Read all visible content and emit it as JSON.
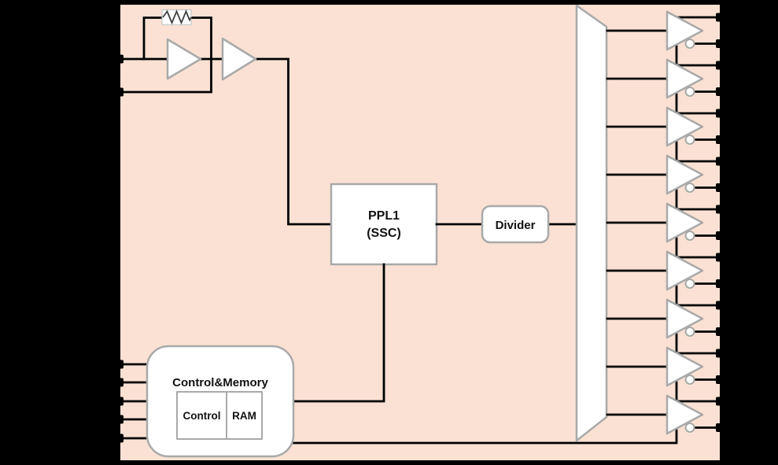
{
  "colors": {
    "background": "#000000",
    "board_fill": "#FAE1D3",
    "board_border": "#000000",
    "component_fill": "#FFFFFF",
    "component_stroke": "#A9A9A9",
    "wire": "#000000",
    "text": "#111111"
  },
  "blocks": {
    "pll": {
      "label_line1": "PPL1",
      "label_line2": "(SSC)"
    },
    "divider": {
      "label": "Divider"
    },
    "control_memory": {
      "title": "Control&Memory",
      "children": [
        {
          "label": "Control"
        },
        {
          "label": "RAM"
        }
      ]
    }
  },
  "oscillator": {
    "pin_count": 2,
    "buffer_count": 2,
    "components": [
      "resistor-icon",
      "buffer-icon",
      "buffer-icon"
    ]
  },
  "mux": {
    "shape": "trapezoid",
    "output_count": 9
  },
  "output_bank": {
    "buffer_count": 9,
    "outputs_per_buffer": 2,
    "output_pin_count": 18,
    "inverting_bubble": true
  },
  "control_pin_count": 5
}
